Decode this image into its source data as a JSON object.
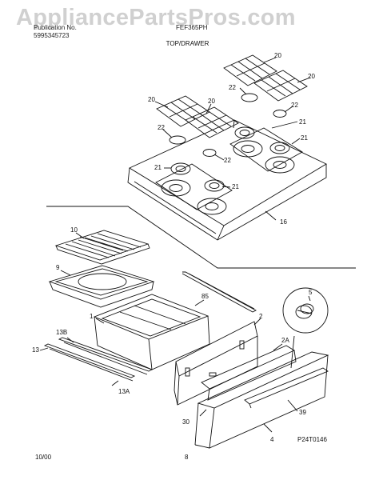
{
  "header": {
    "watermark": "AppliancePartsPros.com",
    "publication_label": "Publication No.",
    "publication_no": "5995345723",
    "model": "FEF365PH",
    "section_title": "TOP/DRAWER"
  },
  "callouts": {
    "c20a": "20",
    "c20b": "20",
    "c20c": "20",
    "c20d": "20",
    "c22a": "22",
    "c22b": "22",
    "c22c": "22",
    "c22d": "22",
    "c21a": "21",
    "c21b": "21",
    "c21c": "21",
    "c21d": "21",
    "c16": "16",
    "c10": "10",
    "c9": "9",
    "c85": "85",
    "c1": "1",
    "c2": "2",
    "c5": "5",
    "c13B": "13B",
    "c13": "13",
    "c13A": "13A",
    "c2A": "2A",
    "c30": "30",
    "c4": "4",
    "c39": "39"
  },
  "footer": {
    "date": "10/00",
    "page": "8",
    "figure_id": "P24T0146"
  },
  "colors": {
    "line": "#111111",
    "watermark": "#aaaaaa"
  }
}
